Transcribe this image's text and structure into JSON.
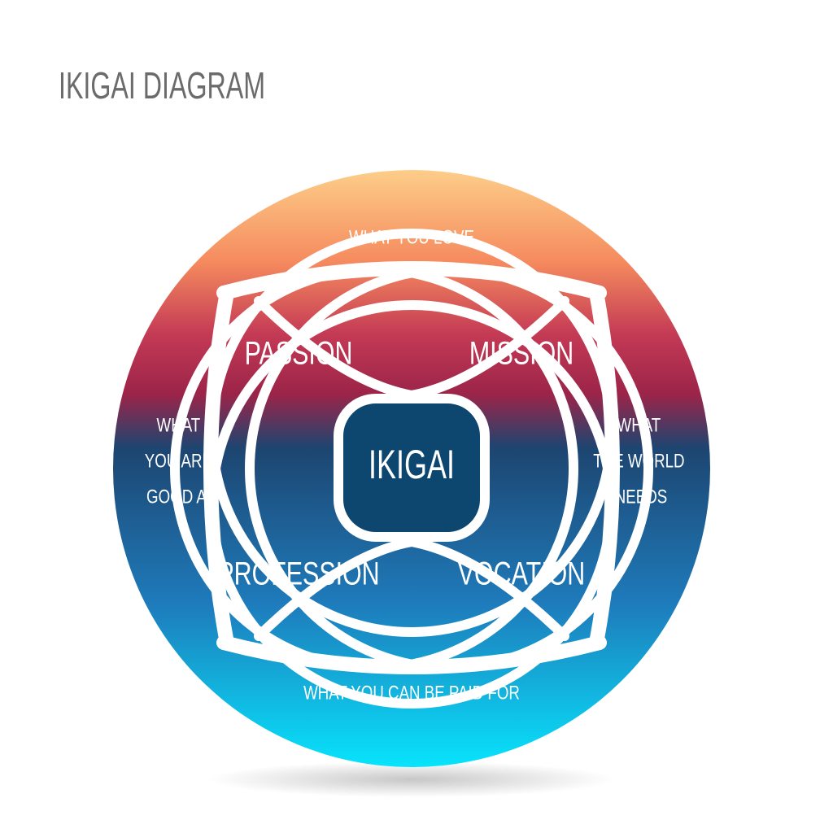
{
  "title": "IKIGAI DIAGRAM",
  "outer_labels": {
    "love": [
      "WHAT YOU LOVE"
    ],
    "good_at": [
      "WHAT",
      "YOU ARE",
      "GOOD AT"
    ],
    "world_needs": [
      "WHAT",
      "THE WORLD",
      "NEEDS"
    ],
    "paid_for": [
      "WHAT YOU CAN BE PAID FOR"
    ]
  },
  "sections": {
    "passion": "PASSION",
    "mission": "MISSION",
    "profession": "PROFESSION",
    "vocation": "VOCATION"
  },
  "center": "IKIGAI",
  "colors": {
    "title": "#6b6b6b",
    "gradient_top": "#fdd08a",
    "gradient_orange": "#f58a5e",
    "gradient_red": "#c43a55",
    "gradient_crimson": "#9c2449",
    "gradient_navy": "#1d4570",
    "gradient_blue": "#1e7bbb",
    "gradient_bottom": "#08e2fb",
    "separator": "#ffffff",
    "text": "#ffffff"
  }
}
